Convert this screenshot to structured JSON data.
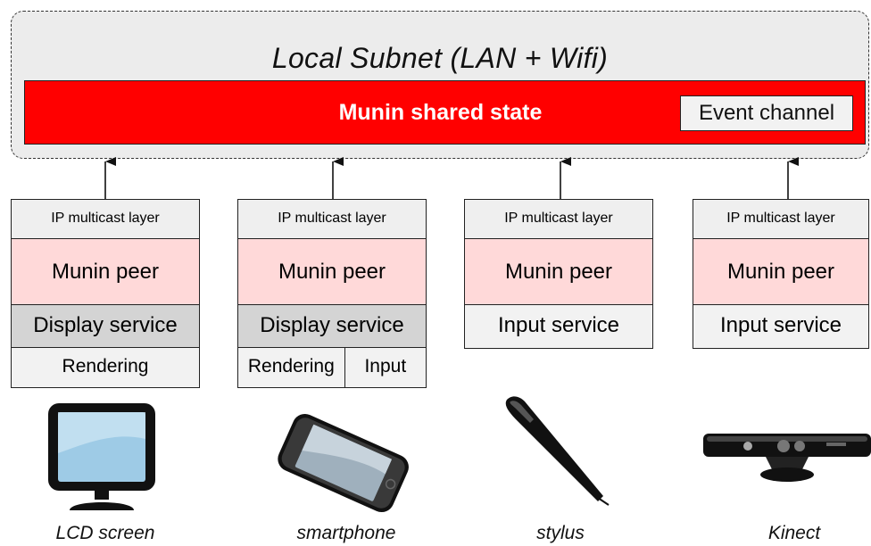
{
  "subnet": {
    "title": "Local Subnet (LAN + Wifi)"
  },
  "shared_state": {
    "label": "Munin shared state",
    "event_channel": "Event channel"
  },
  "peers": [
    {
      "ip_layer": "IP multicast layer",
      "peer": "Munin peer",
      "service": "Display service",
      "bottom": [
        "Rendering"
      ],
      "device": "LCD screen"
    },
    {
      "ip_layer": "IP multicast layer",
      "peer": "Munin peer",
      "service": "Display service",
      "bottom": [
        "Rendering",
        "Input"
      ],
      "device": "smartphone"
    },
    {
      "ip_layer": "IP multicast layer",
      "peer": "Munin peer",
      "service": "Input service",
      "device": "stylus"
    },
    {
      "ip_layer": "IP multicast layer",
      "peer": "Munin peer",
      "service": "Input service",
      "device": "Kinect"
    }
  ],
  "colors": {
    "shared_state": "#ff0000",
    "peer": "#ffd9d9",
    "display_service": "#d4d4d4",
    "layer": "#f2f2f2",
    "subnet": "#ececec"
  },
  "icons": [
    "lcd-monitor-icon",
    "smartphone-icon",
    "stylus-icon",
    "kinect-icon"
  ]
}
